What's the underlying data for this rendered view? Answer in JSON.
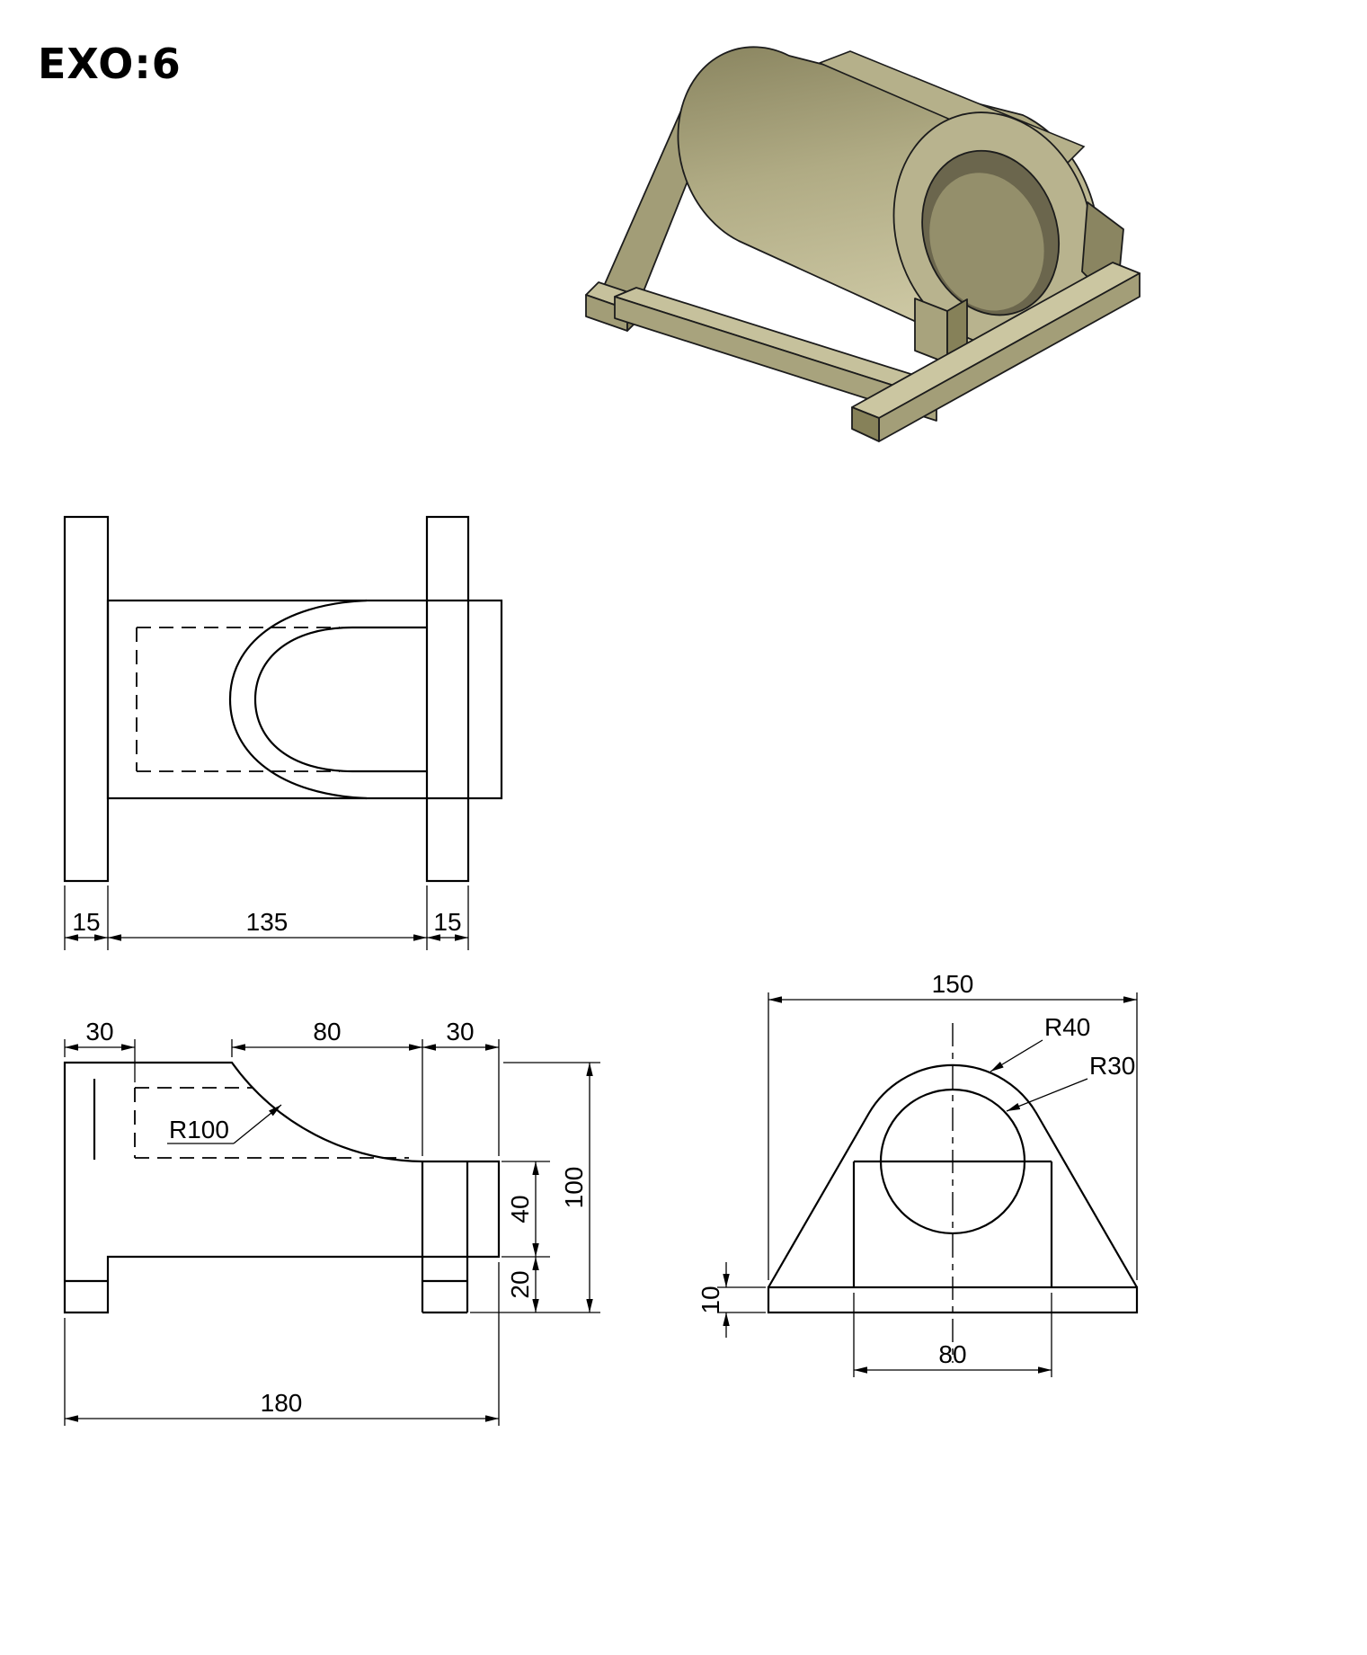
{
  "title": "EXO:6",
  "colors": {
    "line": "#000000",
    "background": "#ffffff",
    "part_light": "#cbc6a1",
    "part_mid": "#b0ab84",
    "part_dark": "#8a8560",
    "bore_shadow": "#6b664d"
  },
  "top_view": {
    "dim_left_flange": "15",
    "dim_span": "135",
    "dim_right_flange": "15"
  },
  "front_view": {
    "dim_left": "30",
    "dim_middle": "80",
    "dim_right": "30",
    "radius_label": "R100",
    "dim_step_upper": "40",
    "dim_step_lower": "20",
    "dim_height": "100",
    "dim_length": "180"
  },
  "side_view": {
    "dim_width": "150",
    "radius_outer": "R40",
    "radius_inner": "R30",
    "dim_base": "10",
    "dim_slot": "80"
  }
}
